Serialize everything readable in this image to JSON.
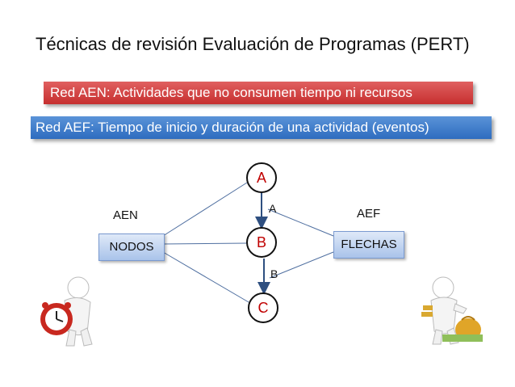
{
  "title": "Técnicas de revisión Evaluación de Programas (PERT)",
  "banners": {
    "aen": "Red AEN: Actividades que no consumen tiempo ni recursos",
    "aef": "Red AEF: Tiempo de inicio y duración de una actividad (eventos)"
  },
  "diagram": {
    "nodes": {
      "a": "A",
      "b": "B",
      "c": "C"
    },
    "arrow_labels": {
      "ab": "A",
      "bc": "B"
    },
    "left_group": {
      "label": "AEN",
      "box": "NODOS"
    },
    "right_group": {
      "label": "AEF",
      "box": "FLECHAS"
    }
  },
  "colors": {
    "red_banner": "#d43a3a",
    "blue_banner": "#3a78c8",
    "node_text": "#c00000",
    "connector": "#2e4f80"
  },
  "icons": [
    "person-with-clock-icon",
    "person-with-money-icon"
  ]
}
